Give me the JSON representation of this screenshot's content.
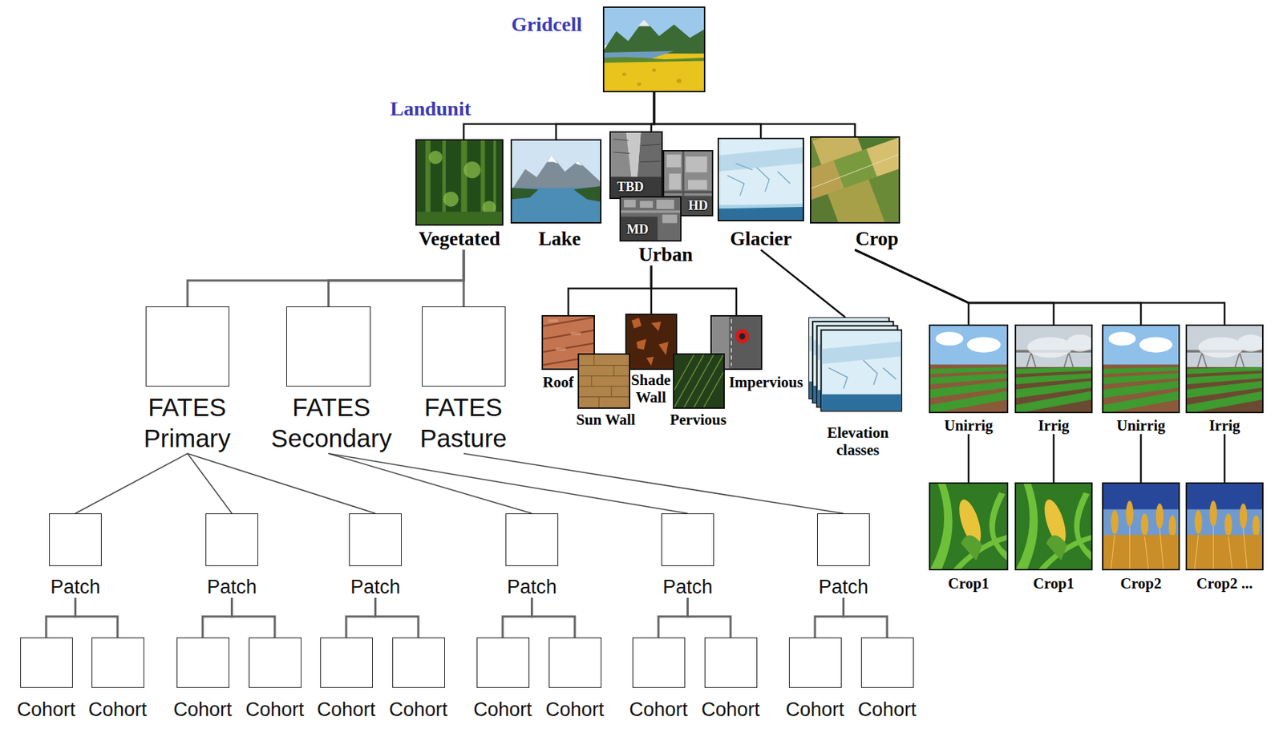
{
  "diagram": {
    "nodes": [
      {
        "text": [
          "Gridcell"
        ]
      },
      {
        "text": [
          "Vegetated"
        ]
      },
      {
        "text": [
          "Lake"
        ]
      },
      {
        "text": [
          "Urban"
        ]
      },
      {
        "text": [
          "TBD"
        ],
        "in": 3
      },
      {
        "text": [
          "HD"
        ],
        "in": 3
      },
      {
        "text": [
          "MD"
        ],
        "in": 3
      },
      {
        "text": [
          "Glacier"
        ]
      },
      {
        "text": [
          "Crop"
        ]
      },
      {
        "text": [
          "FATES Primary"
        ]
      },
      {
        "text": [
          "FATES Secondary"
        ]
      },
      {
        "text": [
          "FATES Pasture"
        ]
      },
      {
        "text": [
          "Roof"
        ]
      },
      {
        "text": [
          "Shade Wall"
        ]
      },
      {
        "text": [
          "Impervious"
        ]
      },
      {
        "text": [
          "Sun Wall"
        ]
      },
      {
        "text": [
          "Pervious"
        ]
      },
      {
        "text": [
          "Elevation classes"
        ]
      },
      {
        "text": [
          "Unirrig"
        ]
      },
      {
        "text": [
          "Irrig"
        ]
      },
      {
        "text": [
          "Unirrig"
        ]
      },
      {
        "text": [
          "Irrig"
        ]
      },
      {
        "text": [
          "Crop1"
        ]
      },
      {
        "text": [
          "Crop1"
        ]
      },
      {
        "text": [
          "Crop2"
        ]
      },
      {
        "text": [
          "Crop2 ..."
        ]
      },
      {
        "text": [
          "Patch"
        ]
      },
      {
        "text": [
          "Patch"
        ]
      },
      {
        "text": [
          "Patch"
        ]
      },
      {
        "text": [
          "Patch"
        ]
      },
      {
        "text": [
          "Patch"
        ]
      },
      {
        "text": [
          "Patch"
        ]
      },
      {
        "text": [
          "Cohort"
        ]
      },
      {
        "text": [
          "Cohort"
        ]
      },
      {
        "text": [
          "Cohort"
        ]
      },
      {
        "text": [
          "Cohort"
        ]
      },
      {
        "text": [
          "Cohort"
        ]
      },
      {
        "text": [
          "Cohort"
        ]
      },
      {
        "text": [
          "Cohort"
        ]
      },
      {
        "text": [
          "Cohort"
        ]
      },
      {
        "text": [
          "Cohort"
        ]
      },
      {
        "text": [
          "Cohort"
        ]
      },
      {
        "text": [
          "Cohort"
        ]
      },
      {
        "text": [
          "Cohort"
        ]
      }
    ],
    "edges": [
      {
        "from": 0,
        "to": 1,
        "arrow": "none"
      },
      {
        "from": 0,
        "to": 2,
        "arrow": "none"
      },
      {
        "from": 0,
        "to": 3,
        "arrow": "none"
      },
      {
        "from": 0,
        "to": 7,
        "arrow": "none"
      },
      {
        "from": 0,
        "to": 8,
        "arrow": "none"
      },
      {
        "from": 1,
        "to": 9,
        "arrow": "none"
      },
      {
        "from": 1,
        "to": 10,
        "arrow": "none"
      },
      {
        "from": 1,
        "to": 11,
        "arrow": "none"
      },
      {
        "from": 3,
        "to": 12,
        "arrow": "none"
      },
      {
        "from": 3,
        "to": 13,
        "arrow": "none"
      },
      {
        "from": 3,
        "to": 14,
        "arrow": "none"
      },
      {
        "from": 7,
        "to": 17,
        "arrow": "none"
      },
      {
        "from": 8,
        "to": 18,
        "arrow": "none"
      },
      {
        "from": 8,
        "to": 19,
        "arrow": "none"
      },
      {
        "from": 8,
        "to": 20,
        "arrow": "none"
      },
      {
        "from": 8,
        "to": 21,
        "arrow": "none"
      },
      {
        "from": 18,
        "to": 22,
        "arrow": "none"
      },
      {
        "from": 19,
        "to": 23,
        "arrow": "none"
      },
      {
        "from": 20,
        "to": 24,
        "arrow": "none"
      },
      {
        "from": 21,
        "to": 25,
        "arrow": "none"
      },
      {
        "from": 9,
        "to": 26,
        "arrow": "none"
      },
      {
        "from": 9,
        "to": 27,
        "arrow": "none"
      },
      {
        "from": 9,
        "to": 28,
        "arrow": "none"
      },
      {
        "from": 10,
        "to": 29,
        "arrow": "none"
      },
      {
        "from": 10,
        "to": 30,
        "arrow": "none"
      },
      {
        "from": 11,
        "to": 31,
        "arrow": "none"
      },
      {
        "from": 26,
        "to": 32,
        "arrow": "none"
      },
      {
        "from": 26,
        "to": 33,
        "arrow": "none"
      },
      {
        "from": 27,
        "to": 34,
        "arrow": "none"
      },
      {
        "from": 27,
        "to": 35,
        "arrow": "none"
      },
      {
        "from": 28,
        "to": 36,
        "arrow": "none"
      },
      {
        "from": 28,
        "to": 37,
        "arrow": "none"
      },
      {
        "from": 29,
        "to": 38,
        "arrow": "none"
      },
      {
        "from": 29,
        "to": 39,
        "arrow": "none"
      },
      {
        "from": 30,
        "to": 40,
        "arrow": "none"
      },
      {
        "from": 30,
        "to": 41,
        "arrow": "none"
      },
      {
        "from": 31,
        "to": 42,
        "arrow": "none"
      },
      {
        "from": 31,
        "to": 43,
        "arrow": "none"
      }
    ],
    "labels": [
      "Landunit"
    ]
  }
}
